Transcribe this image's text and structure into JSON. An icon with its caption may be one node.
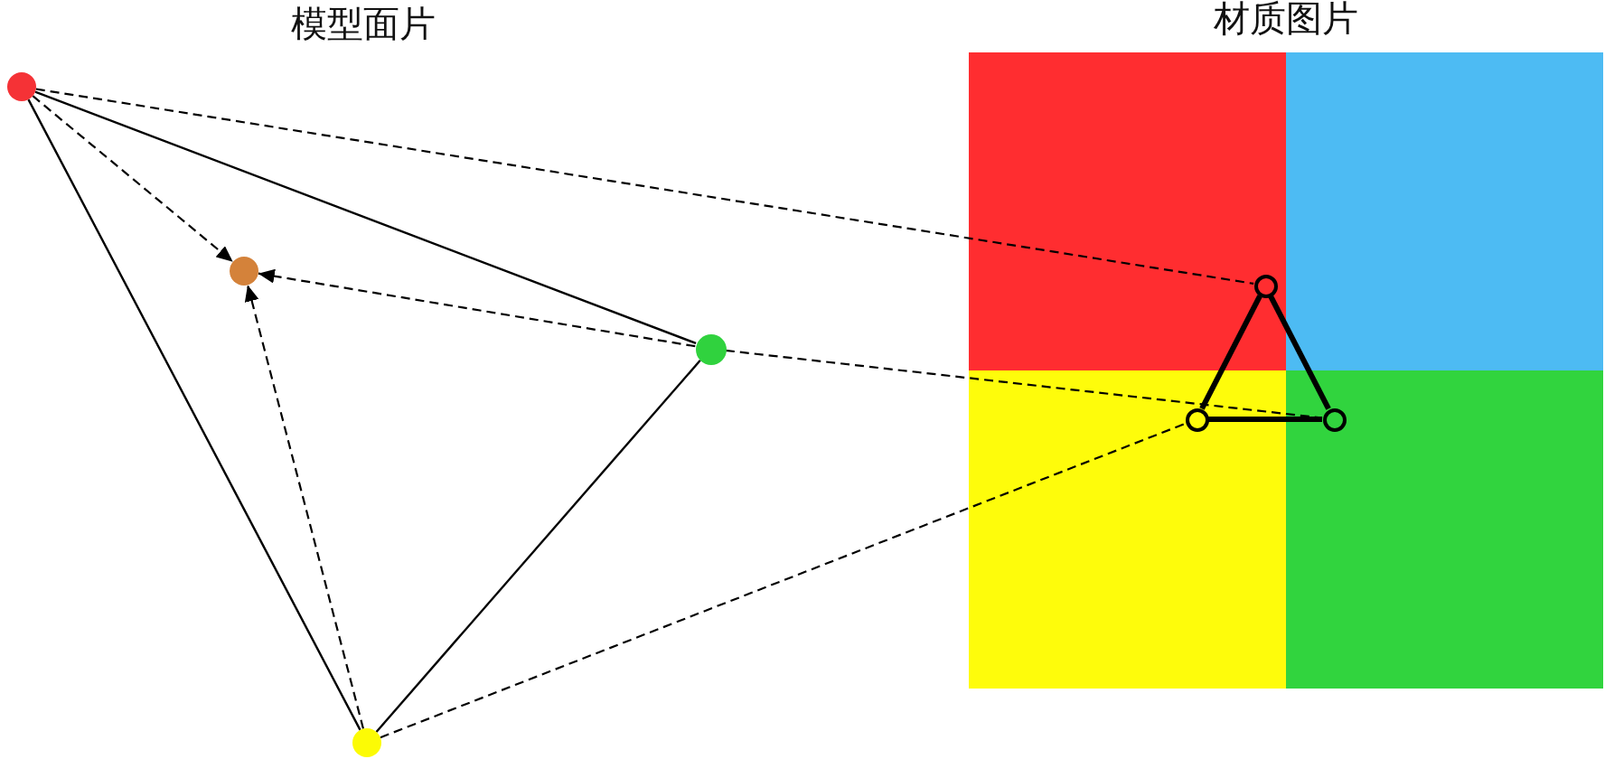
{
  "diagram": {
    "nodes": [
      {
        "text": [],
        "shape": "circle"
      },
      {
        "text": [],
        "shape": "circle"
      },
      {
        "text": [],
        "shape": "circle"
      },
      {
        "text": [],
        "shape": "circle"
      },
      {
        "text": [
          "材质图片"
        ]
      },
      {
        "text": [],
        "shape": "circle",
        "in": 4
      },
      {
        "text": [],
        "shape": "circle",
        "in": 4
      },
      {
        "text": [],
        "shape": "circle",
        "in": 4
      }
    ],
    "edges": [
      {
        "from": 0,
        "to": 2,
        "arrow": "none"
      },
      {
        "from": 0,
        "to": 3,
        "arrow": "none"
      },
      {
        "from": 2,
        "to": 3,
        "arrow": "none"
      },
      {
        "from": 0,
        "to": 1,
        "arrow": "to",
        "style": "dashed"
      },
      {
        "from": 2,
        "to": 1,
        "arrow": "to",
        "style": "dashed"
      },
      {
        "from": 3,
        "to": 1,
        "arrow": "to",
        "style": "dashed"
      },
      {
        "from": 0,
        "to": 5,
        "arrow": "none",
        "style": "dashed"
      },
      {
        "from": 2,
        "to": 7,
        "arrow": "none",
        "style": "dashed"
      },
      {
        "from": 3,
        "to": 6,
        "arrow": "none",
        "style": "dashed"
      },
      {
        "from": 5,
        "to": 6,
        "arrow": "none",
        "style": "thick"
      },
      {
        "from": 5,
        "to": 7,
        "arrow": "none",
        "style": "thick"
      },
      {
        "from": 6,
        "to": 7,
        "arrow": "none",
        "style": "thick"
      }
    ],
    "labels": [
      "模型面片"
    ]
  }
}
